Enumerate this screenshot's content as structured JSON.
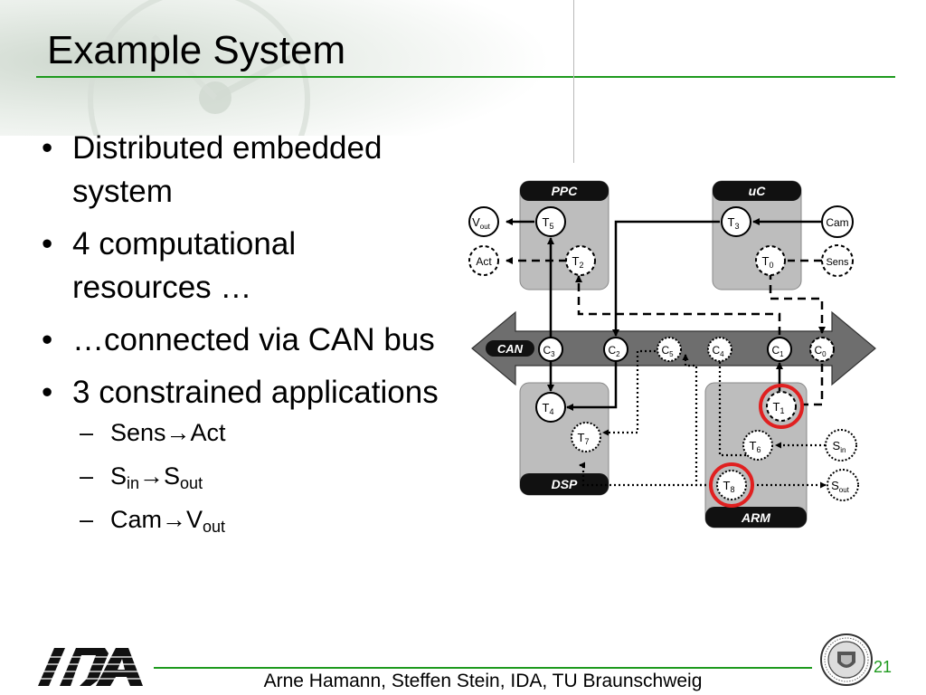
{
  "slide": {
    "title": "Example System",
    "bullets": [
      {
        "text": "Distributed embedded system"
      },
      {
        "text": "4 computational resources …"
      },
      {
        "text": "…connected via CAN bus"
      },
      {
        "text": "3 constrained applications"
      }
    ],
    "sub_bullets": [
      {
        "a": "Sens",
        "a_sub": "",
        "arrow": "→",
        "b": "Act",
        "b_sub": ""
      },
      {
        "a": "S",
        "a_sub": "in",
        "arrow": "→",
        "b": "S",
        "b_sub": "out"
      },
      {
        "a": "Cam",
        "a_sub": "",
        "arrow": "→",
        "b": "V",
        "b_sub": "out"
      }
    ],
    "footer": {
      "text": "Arne Hamann, Steffen Stein, IDA, TU Braunschweig",
      "page": "21",
      "logo": "IDA"
    }
  },
  "diagram": {
    "resources": {
      "ppc": "PPC",
      "uc": "uC",
      "dsp": "DSP",
      "arm": "ARM",
      "bus": "CAN"
    },
    "nodes": {
      "vout": {
        "main": "V",
        "sub": "out"
      },
      "act": {
        "main": "Act",
        "sub": ""
      },
      "t5": {
        "main": "T",
        "sub": "5"
      },
      "t2": {
        "main": "T",
        "sub": "2"
      },
      "t3": {
        "main": "T",
        "sub": "3"
      },
      "cam": {
        "main": "Cam",
        "sub": ""
      },
      "t0": {
        "main": "T",
        "sub": "0"
      },
      "sens": {
        "main": "Sens",
        "sub": ""
      },
      "c3": {
        "main": "C",
        "sub": "3"
      },
      "c2": {
        "main": "C",
        "sub": "2"
      },
      "c5": {
        "main": "C",
        "sub": "5"
      },
      "c4": {
        "main": "C",
        "sub": "4"
      },
      "c1": {
        "main": "C",
        "sub": "1"
      },
      "c0": {
        "main": "C",
        "sub": "0"
      },
      "t4": {
        "main": "T",
        "sub": "4"
      },
      "t7": {
        "main": "T",
        "sub": "7"
      },
      "t1": {
        "main": "T",
        "sub": "1"
      },
      "t6": {
        "main": "T",
        "sub": "6"
      },
      "t8": {
        "main": "T",
        "sub": "8"
      },
      "sin": {
        "main": "S",
        "sub": "in"
      },
      "sout": {
        "main": "S",
        "sub": "out"
      }
    },
    "highlight_color": "#e02020",
    "accent_color": "#1e9a1e"
  }
}
